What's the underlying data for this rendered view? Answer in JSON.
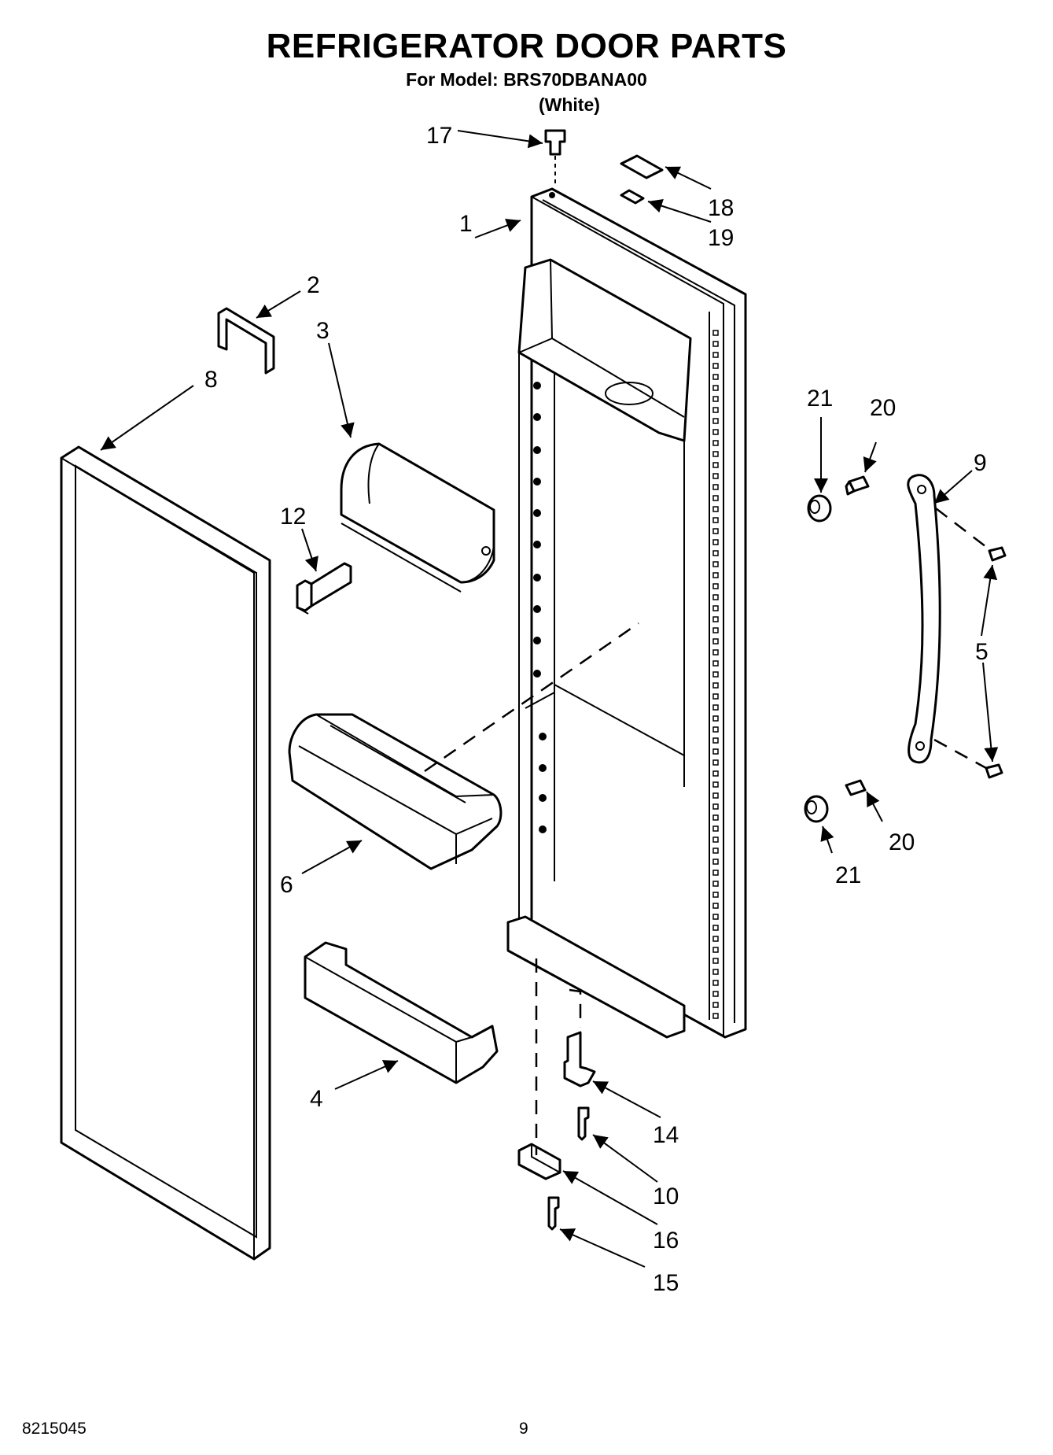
{
  "header": {
    "title": "REFRIGERATOR DOOR PARTS",
    "model_line": "For Model: BRS70DBANA00",
    "color_line": "(White)"
  },
  "footer": {
    "doc_number": "8215045",
    "page_number": "9"
  },
  "callouts": {
    "c1": "1",
    "c2": "2",
    "c3": "3",
    "c4": "4",
    "c5": "5",
    "c6": "6",
    "c8": "8",
    "c9": "9",
    "c10": "10",
    "c12": "12",
    "c14": "14",
    "c15": "15",
    "c16": "16",
    "c17": "17",
    "c18": "18",
    "c19": "19",
    "c20a": "20",
    "c20b": "20",
    "c21a": "21",
    "c21b": "21"
  }
}
